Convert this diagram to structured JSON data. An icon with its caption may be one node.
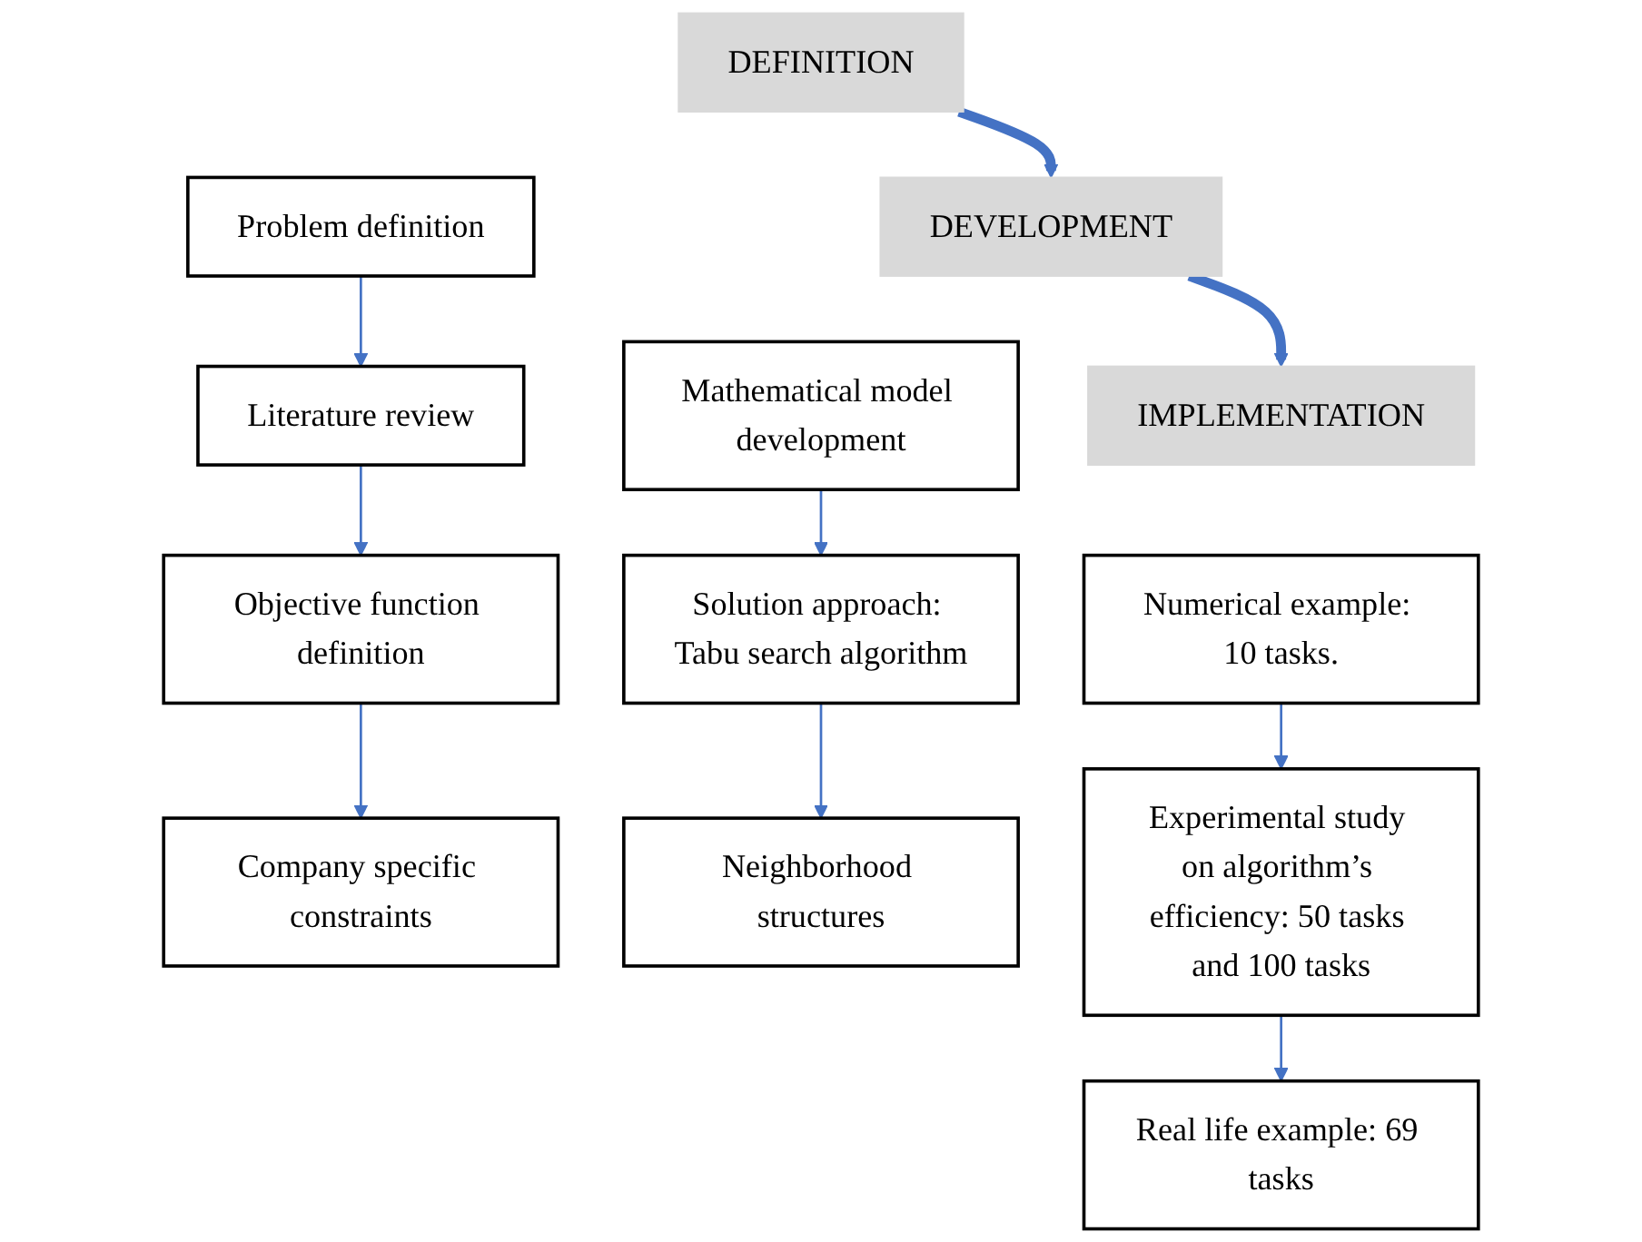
{
  "diagram": {
    "nodes": [
      {
        "text": [
          "DEFINITION"
        ]
      },
      {
        "text": [
          "DEVELOPMENT"
        ]
      },
      {
        "text": [
          "IMPLEMENTATION"
        ]
      },
      {
        "text": [
          "Problem definition"
        ]
      },
      {
        "text": [
          "Literature review"
        ]
      },
      {
        "text": [
          "Objective function definition"
        ]
      },
      {
        "text": [
          "Company specific constraints"
        ]
      },
      {
        "text": [
          "Mathematical model development"
        ]
      },
      {
        "text": [
          "Solution approach: Tabu search algorithm"
        ]
      },
      {
        "text": [
          "Neighborhood structures"
        ]
      },
      {
        "text": [
          "Numerical example: 10 tasks."
        ]
      },
      {
        "text": [
          "Experimental study on algorithm’s efficiency: 50 tasks and 100 tasks"
        ]
      },
      {
        "text": [
          "Real life example: 69 tasks"
        ]
      }
    ],
    "edges": [
      {
        "from": 0,
        "to": 1,
        "arrow": "to",
        "style": "thick"
      },
      {
        "from": 1,
        "to": 2,
        "arrow": "to",
        "style": "thick"
      },
      {
        "from": 3,
        "to": 4,
        "arrow": "to"
      },
      {
        "from": 4,
        "to": 5,
        "arrow": "to"
      },
      {
        "from": 5,
        "to": 6,
        "arrow": "to"
      },
      {
        "from": 7,
        "to": 8,
        "arrow": "to"
      },
      {
        "from": 8,
        "to": 9,
        "arrow": "to"
      },
      {
        "from": 10,
        "to": 11,
        "arrow": "to"
      },
      {
        "from": 11,
        "to": 12,
        "arrow": "to"
      }
    ]
  }
}
